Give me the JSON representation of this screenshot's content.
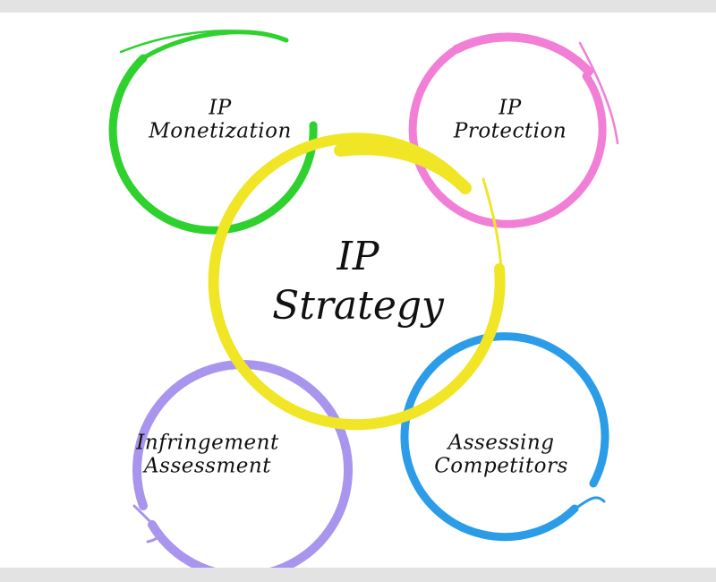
{
  "diagram": {
    "center": {
      "line1": "IP",
      "line2": "Strategy",
      "color": "#f0e626"
    },
    "nodes": [
      {
        "id": "monetization",
        "line1": "IP",
        "line2": "Monetization",
        "color": "#2ed12e"
      },
      {
        "id": "protection",
        "line1": "IP",
        "line2": "Protection",
        "color": "#f27fd6"
      },
      {
        "id": "infringement",
        "line1": "Infringement",
        "line2": "Assessment",
        "color": "#a995ee"
      },
      {
        "id": "competitors",
        "line1": "Assessing",
        "line2": "Competitors",
        "color": "#2a9ce8"
      }
    ]
  }
}
